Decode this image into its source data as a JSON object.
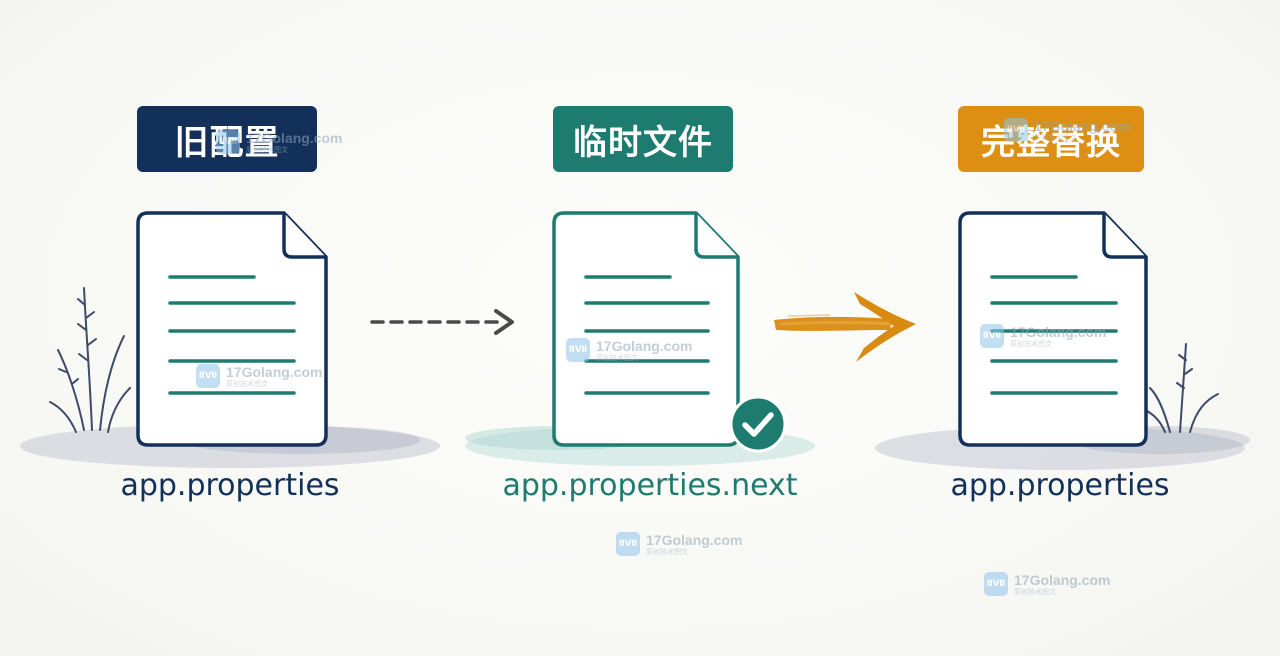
{
  "steps": [
    {
      "label": "旧配置",
      "filename": "app.properties",
      "color": "#13305a",
      "file_color": "#13305a"
    },
    {
      "label": "临时文件",
      "filename": "app.properties.next",
      "color": "#1e7b70",
      "file_color": "#1e7b70"
    },
    {
      "label": "完整替换",
      "filename": "app.properties",
      "color": "#dc8f12",
      "file_color": "#13305a"
    }
  ],
  "line_color": "#1e7b70",
  "arrow_dashed_color": "#4a4a4a",
  "arrow_brush_color": "#d98a10",
  "check_color": "#1e7b70",
  "watermark": {
    "logo": "ⅡⅦ",
    "title": "17Golang.com",
    "subtitle": "原创技术图文"
  }
}
